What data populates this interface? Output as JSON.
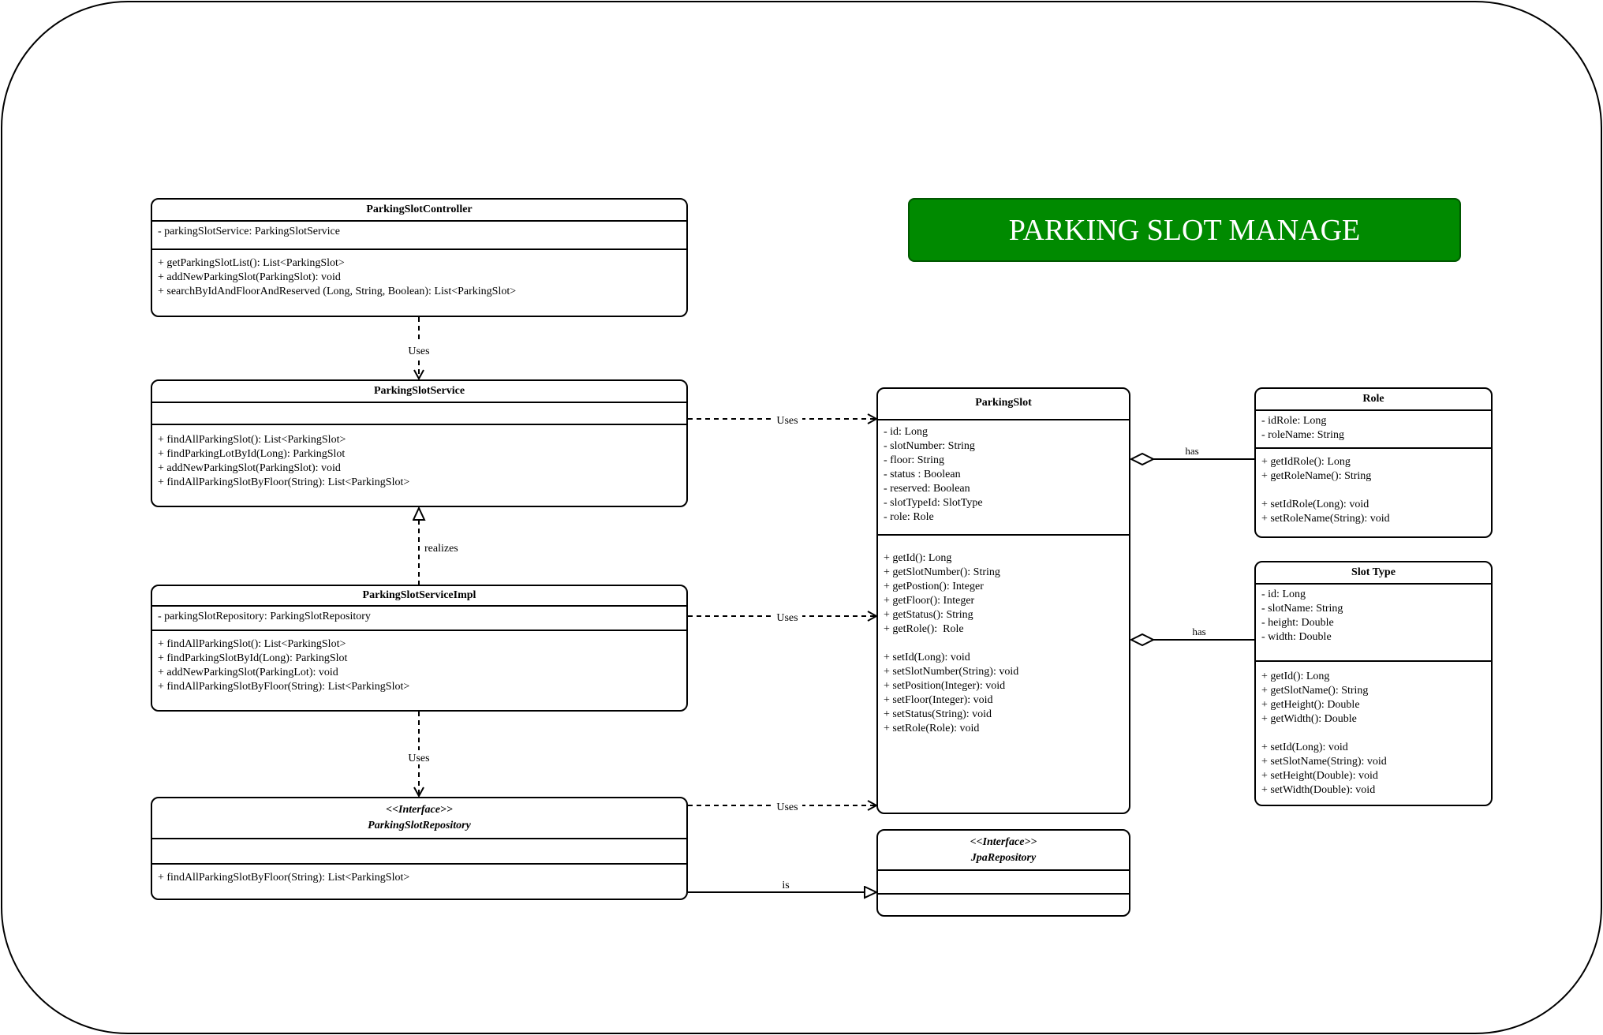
{
  "title": "PARKING SLOT MANAGE",
  "colors": {
    "banner_fill": "#008a00",
    "banner_stroke": "#005700",
    "line": "#000000"
  },
  "classes": {
    "controller": {
      "name": "ParkingSlotController",
      "attributes": [
        "- parkingSlotService: ParkingSlotService"
      ],
      "methods": [
        "+ getParkingSlotList(): List<ParkingSlot>",
        "+ addNewParkingSlot(ParkingSlot): void",
        "+ searchByIdAndFloorAndReserved (Long, String, Boolean): List<ParkingSlot>"
      ]
    },
    "service": {
      "name": "ParkingSlotService",
      "attributes": [],
      "methods": [
        "+ findAllParkingSlot(): List<ParkingSlot>",
        "+ findParkingLotById(Long): ParkingSlot",
        "+ addNewParkingSlot(ParkingSlot): void",
        "+ findAllParkingSlotByFloor(String): List<ParkingSlot>"
      ]
    },
    "service_impl": {
      "name": "ParkingSlotServiceImpl",
      "attributes": [
        "- parkingSlotRepository: ParkingSlotRepository"
      ],
      "methods": [
        "+ findAllParkingSlot(): List<ParkingSlot>",
        "+ findParkingSlotById(Long): ParkingSlot",
        "+ addNewParkingSlot(ParkingLot): void",
        "+ findAllParkingSlotByFloor(String): List<ParkingSlot>"
      ]
    },
    "repository": {
      "stereotype": "<<Interface>>",
      "name": "ParkingSlotRepository",
      "attributes": [],
      "methods": [
        "+ findAllParkingSlotByFloor(String): List<ParkingSlot>"
      ]
    },
    "parking_slot": {
      "name": "ParkingSlot",
      "attributes": [
        "- id: Long",
        "- slotNumber: String",
        "- floor: String",
        "- status : Boolean",
        "- reserved: Boolean",
        "- slotTypeId: SlotType",
        "- role: Role"
      ],
      "methods": [
        "+ getId(): Long",
        "+ getSlotNumber(): String",
        "+ getPostion(): Integer",
        "+ getFloor(): Integer",
        "+ getStatus(): String",
        "+ getRole():  Role",
        "",
        "+ setId(Long): void",
        "+ setSlotNumber(String): void",
        "+ setPosition(Integer): void",
        "+ setFloor(Integer): void",
        "+ setStatus(String): void",
        "+ setRole(Role): void"
      ]
    },
    "jpa_repository": {
      "stereotype": "<<Interface>>",
      "name": "JpaRepository"
    },
    "role": {
      "name": "Role",
      "attributes": [
        "- idRole: Long",
        "- roleName: String"
      ],
      "methods": [
        "+ getIdRole(): Long",
        "+ getRoleName(): String",
        "",
        "+ setIdRole(Long): void",
        "+ setRoleName(String): void"
      ]
    },
    "slot_type": {
      "name": "Slot Type",
      "attributes": [
        "- id: Long",
        "- slotName: String",
        "- height: Double",
        "- width: Double"
      ],
      "methods": [
        "+ getId(): Long",
        "+ getSlotName(): String",
        "+ getHeight(): Double",
        "+ getWidth(): Double",
        "",
        "+ setId(Long): void",
        "+ setSlotName(String): void",
        "+ setHeight(Double): void",
        "+ setWidth(Double): void"
      ]
    }
  },
  "relations": {
    "controller_service": "Uses",
    "service_parkingslot": "Uses",
    "impl_service": "realizes",
    "impl_parkingslot": "Uses",
    "impl_repository": "Uses",
    "repository_parkingslot": "Uses",
    "repository_jpa": "is",
    "role_parkingslot": "has",
    "slottype_parkingslot": "has"
  }
}
